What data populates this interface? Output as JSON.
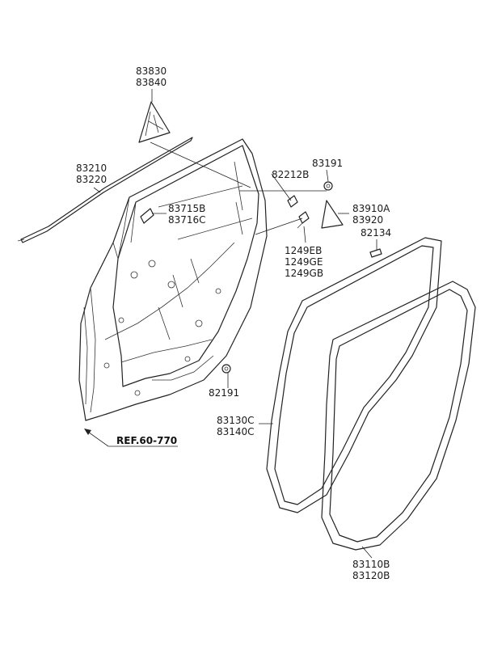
{
  "labels": {
    "p83830": "83830",
    "p83840": "83840",
    "p83210": "83210",
    "p83220": "83220",
    "p83191": "83191",
    "p82212B": "82212B",
    "p83715B": "83715B",
    "p83716C": "83716C",
    "p83910A": "83910A",
    "p83920": "83920",
    "p82134": "82134",
    "p1249EB": "1249EB",
    "p1249GE": "1249GE",
    "p1249GB": "1249GB",
    "p82191": "82191",
    "p83130C": "83130C",
    "p83140C": "83140C",
    "p83110B": "83110B",
    "p83120B": "83120B",
    "ref": "REF.60-770"
  }
}
